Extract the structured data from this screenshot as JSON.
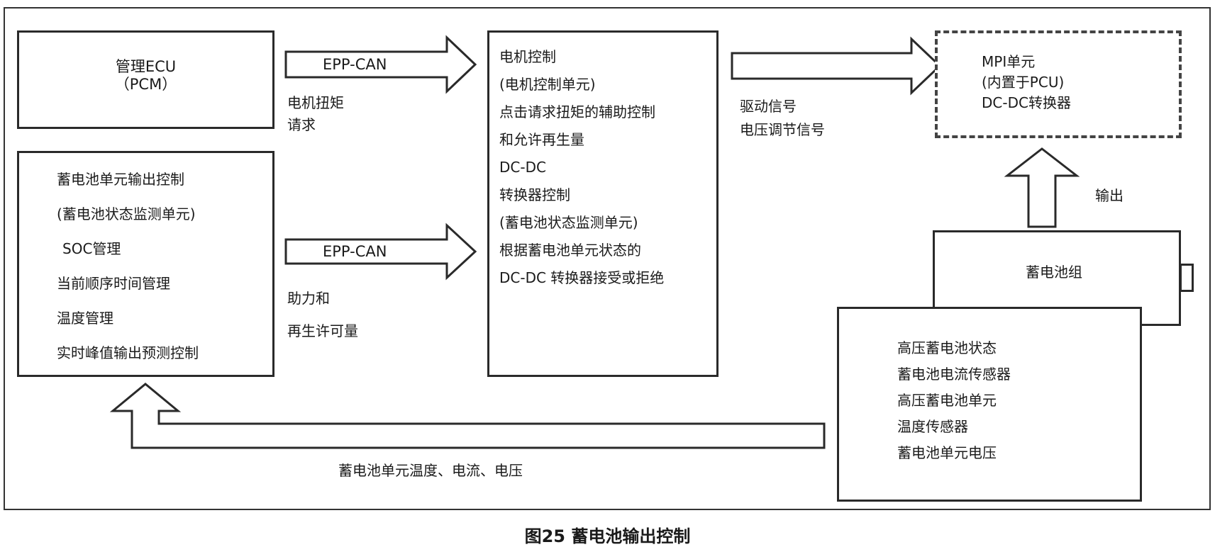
{
  "pcm_box": {
    "line1": "管理ECU",
    "line2": "（PCM）"
  },
  "arrow_top": {
    "label": "EPP-CAN",
    "desc1": "电机扭矩",
    "desc2": "请求"
  },
  "arrow_mid": {
    "label": "EPP-CAN",
    "desc1": "助力和",
    "desc2": "再生许可量"
  },
  "battery_ctrl_box": {
    "lines": [
      "蓄电池单元输出控制",
      "(蓄电池状态监测单元)",
      "SOC管理",
      "当前顺序时间管理",
      "温度管理",
      "实时峰值输出预测控制"
    ]
  },
  "motor_ctrl_box": {
    "lines": [
      "电机控制",
      "(电机控制单元)",
      "点击请求扭矩的辅助控制",
      "和允许再生量",
      "DC-DC",
      "转换器控制",
      "(蓄电池状态监测单元)",
      "根据蓄电池单元状态的",
      "DC-DC 转换器接受或拒绝"
    ]
  },
  "arrow_right": {
    "desc1": "驱动信号",
    "desc2": "电压调节信号"
  },
  "mpi_box": {
    "lines": [
      "MPI单元",
      "(内置于PCU)",
      "DC-DC转换器"
    ]
  },
  "output_label": "输出",
  "battery_pack": {
    "label": "蓄电池组"
  },
  "sensor_box": {
    "lines": [
      "高压蓄电池状态",
      "蓄电池电流传感器",
      "高压蓄电池单元",
      "温度传感器",
      "蓄电池单元电压"
    ]
  },
  "feedback_label": "蓄电池单元温度、电流、电压",
  "caption": "图25 蓄电池输出控制"
}
